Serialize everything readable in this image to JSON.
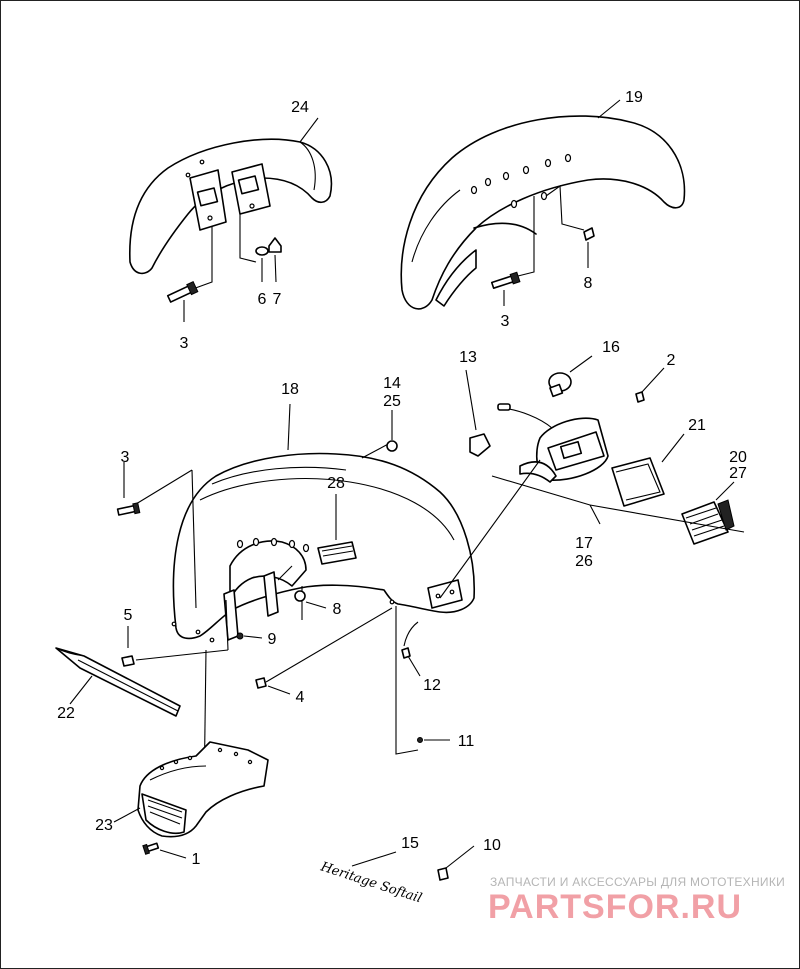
{
  "parts": [
    {
      "id": "p24",
      "number": "24"
    },
    {
      "id": "p19",
      "number": "19"
    },
    {
      "id": "p3a",
      "number": "3"
    },
    {
      "id": "p6",
      "number": "6"
    },
    {
      "id": "p7",
      "number": "7"
    },
    {
      "id": "p3b",
      "number": "3"
    },
    {
      "id": "p8a",
      "number": "8"
    },
    {
      "id": "p13",
      "number": "13"
    },
    {
      "id": "p16",
      "number": "16"
    },
    {
      "id": "p2",
      "number": "2"
    },
    {
      "id": "p18",
      "number": "18"
    },
    {
      "id": "p14",
      "number": "14"
    },
    {
      "id": "p25",
      "number": "25"
    },
    {
      "id": "p21",
      "number": "21"
    },
    {
      "id": "p20",
      "number": "20"
    },
    {
      "id": "p27",
      "number": "27"
    },
    {
      "id": "p3c",
      "number": "3"
    },
    {
      "id": "p28",
      "number": "28"
    },
    {
      "id": "p17",
      "number": "17"
    },
    {
      "id": "p26",
      "number": "26"
    },
    {
      "id": "p5",
      "number": "5"
    },
    {
      "id": "p8b",
      "number": "8"
    },
    {
      "id": "p9",
      "number": "9"
    },
    {
      "id": "p22",
      "number": "22"
    },
    {
      "id": "p4",
      "number": "4"
    },
    {
      "id": "p12",
      "number": "12"
    },
    {
      "id": "p11",
      "number": "11"
    },
    {
      "id": "p23",
      "number": "23"
    },
    {
      "id": "p1",
      "number": "1"
    },
    {
      "id": "p15",
      "number": "15"
    },
    {
      "id": "p10",
      "number": "10"
    }
  ],
  "emblem_text": "Heritage Softail",
  "watermark": {
    "tagline": "ЗАПЧАСТИ И АКСЕССУАРЫ ДЛЯ МОТОТЕХНИКИ",
    "logo": "PARTSFOR.RU"
  }
}
